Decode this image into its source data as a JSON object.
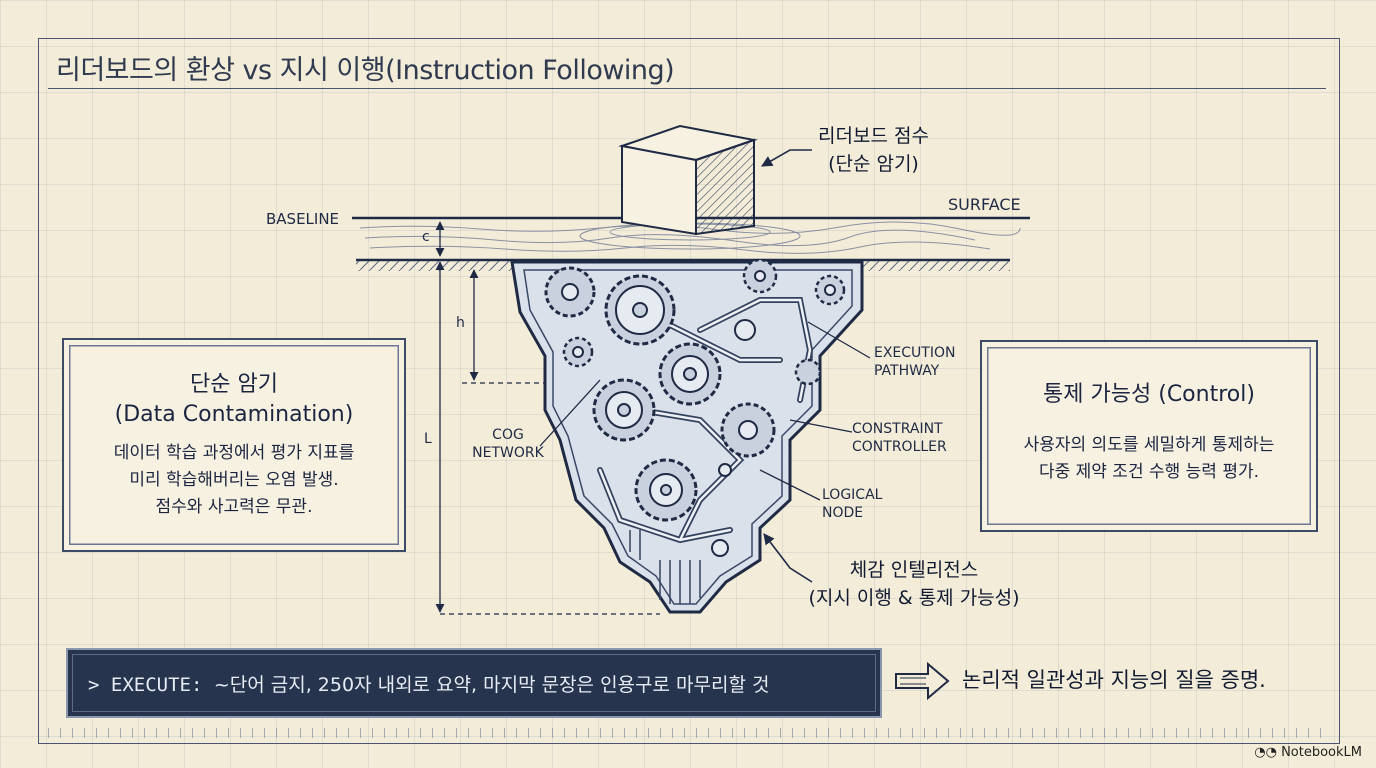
{
  "title": "리더보드의 환상 vs 지시 이행(Instruction Following)",
  "labels": {
    "baseline": "BASELINE",
    "surface": "SURFACE",
    "leaderboard_score_line1": "리더보드 점수",
    "leaderboard_score_line2": "(단순 암기)",
    "execution_pathway_line1": "EXECUTION",
    "execution_pathway_line2": "PATHWAY",
    "constraint_controller_line1": "CONSTRAINT",
    "constraint_controller_line2": "CONTROLLER",
    "cog_network_line1": "COG",
    "cog_network_line2": "NETWORK",
    "logical_node_line1": "LOGICAL",
    "logical_node_line2": "NODE",
    "felt_intelligence_line1": "체감 인텔리전스",
    "felt_intelligence_line2": "(지시 이행 & 통제 가능성)",
    "dim_c": "c",
    "dim_h": "h",
    "dim_l": "L"
  },
  "left_panel": {
    "heading_line1": "단순 암기",
    "heading_line2": "(Data Contamination)",
    "body_line1": "데이터 학습 과정에서 평가 지표를",
    "body_line2": "미리 학습해버리는 오염 발생.",
    "body_line3": "점수와 사고력은 무관."
  },
  "right_panel": {
    "heading": "통제 가능성 (Control)",
    "body_line1": "사용자의 의도를 세밀하게 통제하는",
    "body_line2": "다중 제약 조건 수행 능력 평가."
  },
  "execute_bar": {
    "prompt": "> EXECUTE:",
    "command": "~단어 금지, 250자 내외로 요약, 마지막 문장은 인용구로 마무리할 것"
  },
  "conclusion": "논리적 일관성과 지능의 질을 증명.",
  "footer": {
    "brand": "NotebookLM"
  }
}
